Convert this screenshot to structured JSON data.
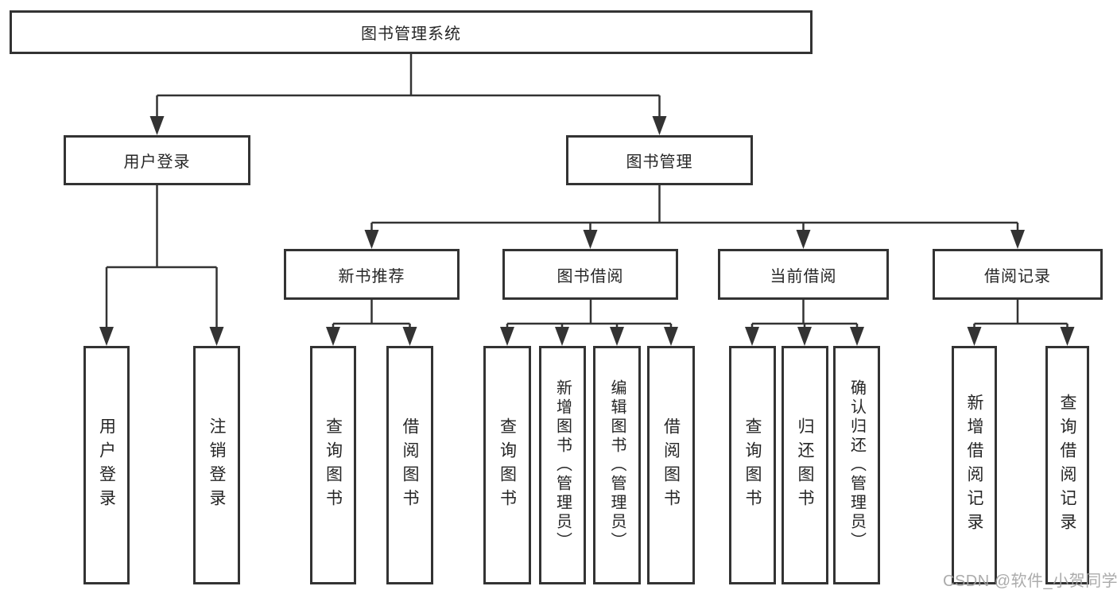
{
  "watermark": "CSDN @软件_小贺同学",
  "root": {
    "label": "图书管理系统",
    "children": [
      {
        "label": "用户登录",
        "children": [
          {
            "label": "用户登录"
          },
          {
            "label": "注销登录"
          }
        ]
      },
      {
        "label": "图书管理",
        "children": [
          {
            "label": "新书推荐",
            "children": [
              {
                "label": "查询图书"
              },
              {
                "label": "借阅图书"
              }
            ]
          },
          {
            "label": "图书借阅",
            "children": [
              {
                "label": "查询图书"
              },
              {
                "label": "新增图书（管理员）"
              },
              {
                "label": "编辑图书（管理员）"
              },
              {
                "label": "借阅图书"
              }
            ]
          },
          {
            "label": "当前借阅",
            "children": [
              {
                "label": "查询图书"
              },
              {
                "label": "归还图书"
              },
              {
                "label": "确认归还（管理员）"
              }
            ]
          },
          {
            "label": "借阅记录",
            "children": [
              {
                "label": "新增借阅记录"
              },
              {
                "label": "查询借阅记录"
              }
            ]
          }
        ]
      }
    ]
  },
  "line_color": "#333333"
}
